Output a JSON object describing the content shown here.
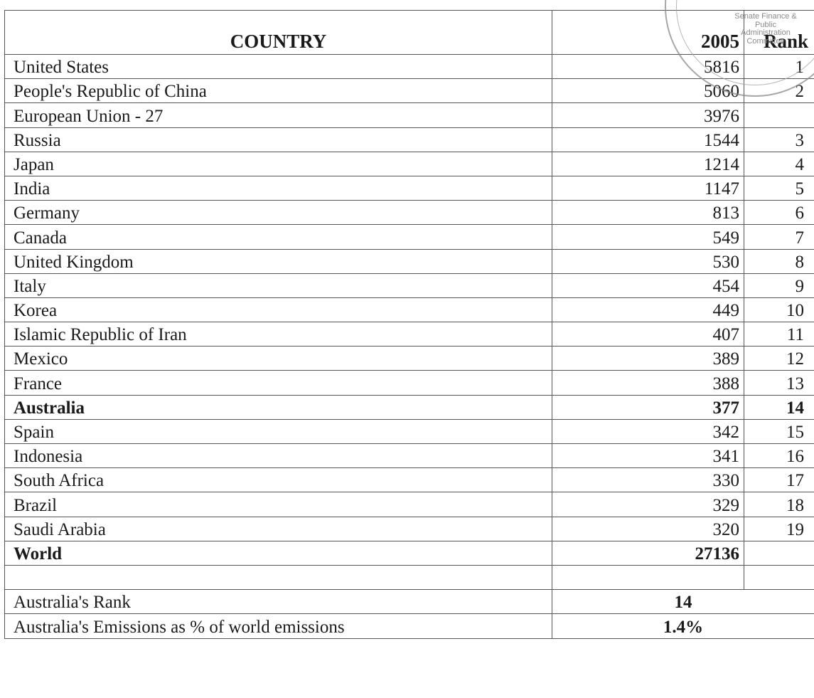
{
  "table": {
    "header": {
      "country": "COUNTRY",
      "year": "2005",
      "rank": "Rank"
    },
    "rows": [
      {
        "country": "United States",
        "value": "5816",
        "rank": "1",
        "bold": false
      },
      {
        "country": "People's Republic of China",
        "value": "5060",
        "rank": "2",
        "bold": false
      },
      {
        "country": "European Union - 27",
        "value": "3976",
        "rank": "",
        "bold": false
      },
      {
        "country": "Russia",
        "value": "1544",
        "rank": "3",
        "bold": false
      },
      {
        "country": "Japan",
        "value": "1214",
        "rank": "4",
        "bold": false
      },
      {
        "country": "India",
        "value": "1147",
        "rank": "5",
        "bold": false
      },
      {
        "country": "Germany",
        "value": "813",
        "rank": "6",
        "bold": false
      },
      {
        "country": "Canada",
        "value": "549",
        "rank": "7",
        "bold": false
      },
      {
        "country": "United Kingdom",
        "value": "530",
        "rank": "8",
        "bold": false
      },
      {
        "country": "Italy",
        "value": "454",
        "rank": "9",
        "bold": false
      },
      {
        "country": "Korea",
        "value": "449",
        "rank": "10",
        "bold": false
      },
      {
        "country": "Islamic Republic of Iran",
        "value": "407",
        "rank": "11",
        "bold": false
      },
      {
        "country": "Mexico",
        "value": "389",
        "rank": "12",
        "bold": false
      },
      {
        "country": "France",
        "value": "388",
        "rank": "13",
        "bold": false
      },
      {
        "country": "Australia",
        "value": "377",
        "rank": "14",
        "bold": true
      },
      {
        "country": "Spain",
        "value": "342",
        "rank": "15",
        "bold": false
      },
      {
        "country": "Indonesia",
        "value": "341",
        "rank": "16",
        "bold": false
      },
      {
        "country": "South Africa",
        "value": "330",
        "rank": "17",
        "bold": false
      },
      {
        "country": "Brazil",
        "value": "329",
        "rank": "18",
        "bold": false
      },
      {
        "country": "Saudi Arabia",
        "value": "320",
        "rank": "19",
        "bold": false
      },
      {
        "country": "World",
        "value": "27136",
        "rank": "",
        "bold": true
      }
    ],
    "summary": [
      {
        "label": "Australia's Rank",
        "value": "14"
      },
      {
        "label": "Australia's Emissions as % of world emissions",
        "value": "1.4%"
      }
    ]
  },
  "stamp": {
    "text": [
      "Senate Finance &",
      "Public Administration",
      "Committee"
    ],
    "color": "#8a8a8a"
  }
}
